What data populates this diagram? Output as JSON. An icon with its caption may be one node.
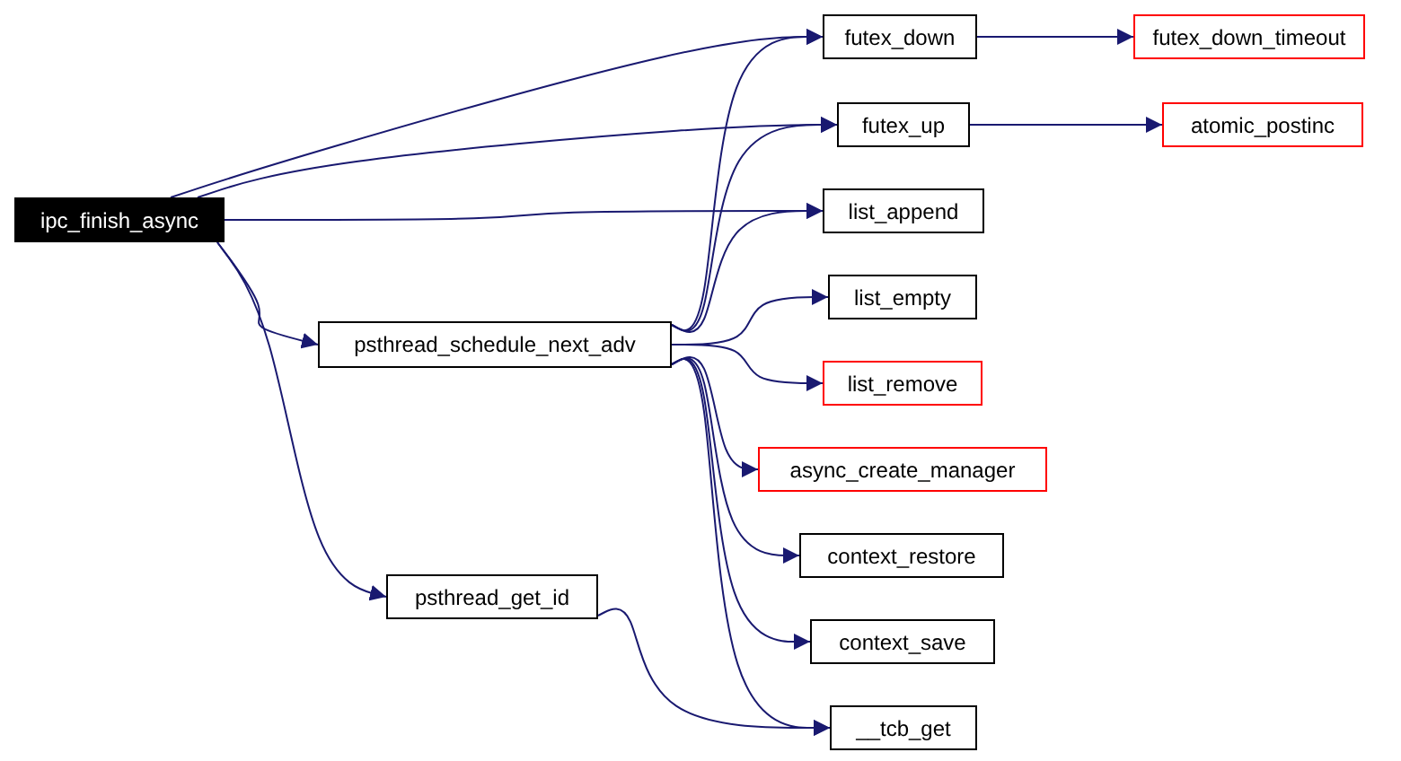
{
  "diagram": {
    "nodes": [
      {
        "text": [
          "ipc_finish_async"
        ]
      },
      {
        "text": [
          "futex_down"
        ]
      },
      {
        "text": [
          "futex_down_timeout"
        ]
      },
      {
        "text": [
          "futex_up"
        ]
      },
      {
        "text": [
          "atomic_postinc"
        ]
      },
      {
        "text": [
          "list_append"
        ]
      },
      {
        "text": [
          "psthread_schedule_next_adv"
        ]
      },
      {
        "text": [
          "list_empty"
        ]
      },
      {
        "text": [
          "list_remove"
        ]
      },
      {
        "text": [
          "async_create_manager"
        ]
      },
      {
        "text": [
          "context_restore"
        ]
      },
      {
        "text": [
          "psthread_get_id"
        ]
      },
      {
        "text": [
          "context_save"
        ]
      },
      {
        "text": [
          "__tcb_get"
        ]
      }
    ],
    "edges": [
      {
        "from": 0,
        "to": 1,
        "arrow": "to"
      },
      {
        "from": 0,
        "to": 3,
        "arrow": "to"
      },
      {
        "from": 0,
        "to": 5,
        "arrow": "to"
      },
      {
        "from": 0,
        "to": 6,
        "arrow": "to"
      },
      {
        "from": 0,
        "to": 11,
        "arrow": "to"
      },
      {
        "from": 1,
        "to": 2,
        "arrow": "to"
      },
      {
        "from": 3,
        "to": 4,
        "arrow": "to"
      },
      {
        "from": 6,
        "to": 1,
        "arrow": "to"
      },
      {
        "from": 6,
        "to": 3,
        "arrow": "to"
      },
      {
        "from": 6,
        "to": 5,
        "arrow": "to"
      },
      {
        "from": 6,
        "to": 7,
        "arrow": "to"
      },
      {
        "from": 6,
        "to": 8,
        "arrow": "to"
      },
      {
        "from": 6,
        "to": 9,
        "arrow": "to"
      },
      {
        "from": 6,
        "to": 10,
        "arrow": "to"
      },
      {
        "from": 6,
        "to": 12,
        "arrow": "to"
      },
      {
        "from": 6,
        "to": 13,
        "arrow": "to"
      },
      {
        "from": 11,
        "to": 13,
        "arrow": "to"
      }
    ]
  }
}
